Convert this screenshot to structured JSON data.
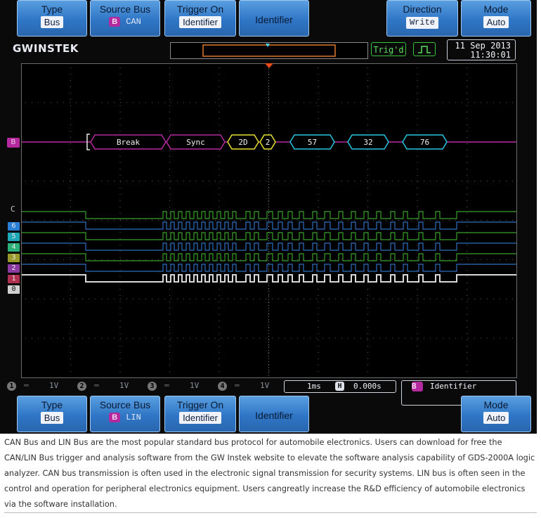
{
  "top_menu": {
    "type": {
      "title": "Type",
      "value": "Bus"
    },
    "source_bus": {
      "title": "Source Bus",
      "badge": "B",
      "value": "CAN"
    },
    "trigger_on": {
      "title": "Trigger On",
      "value": "Identifier"
    },
    "identifier": {
      "label": "Identifier"
    },
    "direction": {
      "title": "Direction",
      "value": "Write"
    },
    "mode": {
      "title": "Mode",
      "value": "Auto"
    }
  },
  "header": {
    "brand": "GWINSTEK",
    "trig_status": "Trig'd",
    "date": "11 Sep 2013",
    "time": "11:30:01"
  },
  "bus": {
    "label": "B",
    "frames": [
      "Break",
      "Sync",
      "2D",
      "2",
      "57",
      "32",
      "76"
    ]
  },
  "digital_channels": {
    "group_label": "C",
    "labels": [
      "6",
      "5",
      "4",
      "3",
      "2",
      "1",
      "0"
    ]
  },
  "bottom_status": {
    "channels": [
      {
        "num": "1",
        "scale": "1V"
      },
      {
        "num": "2",
        "scale": "1V"
      },
      {
        "num": "3",
        "scale": "1V"
      },
      {
        "num": "4",
        "scale": "1V"
      }
    ],
    "timebase": "1ms",
    "h_icon": "H",
    "position": "0.000s",
    "trigger_badge": "B",
    "trigger_source": "Identifier"
  },
  "bottom_menu": {
    "type": {
      "title": "Type",
      "value": "Bus"
    },
    "source_bus": {
      "title": "Source Bus",
      "badge": "B",
      "value": "LIN"
    },
    "trigger_on": {
      "title": "Trigger On",
      "value": "Identifier"
    },
    "identifier": {
      "label": "Identifier"
    },
    "mode": {
      "title": "Mode",
      "value": "Auto"
    }
  },
  "caption": "CAN Bus and LIN Bus are the most popular standard bus protocol for automobile electronics. Users can download for free the CAN/LIN Bus trigger and analysis software from the GW Instek website to elevate the software analysis capability of GDS-2000A logic analyzer. CAN bus transmission is often used in the electronic signal transmission for security systems. LIN bus is often seen in the control and operation for peripheral electronics equipment. Users cangreatly increase the R&D efficiency of automobile electronics via the software installation.",
  "colors": {
    "bus_magenta": "#b42a9e",
    "frame_yellow": "#e8e030",
    "frame_cyan": "#29c6e0",
    "trace_green": "#3aa02c",
    "trace_blue": "#2f6fc0",
    "trace_white": "#d8d8d8",
    "trigger_marker": "#e84a1a"
  }
}
